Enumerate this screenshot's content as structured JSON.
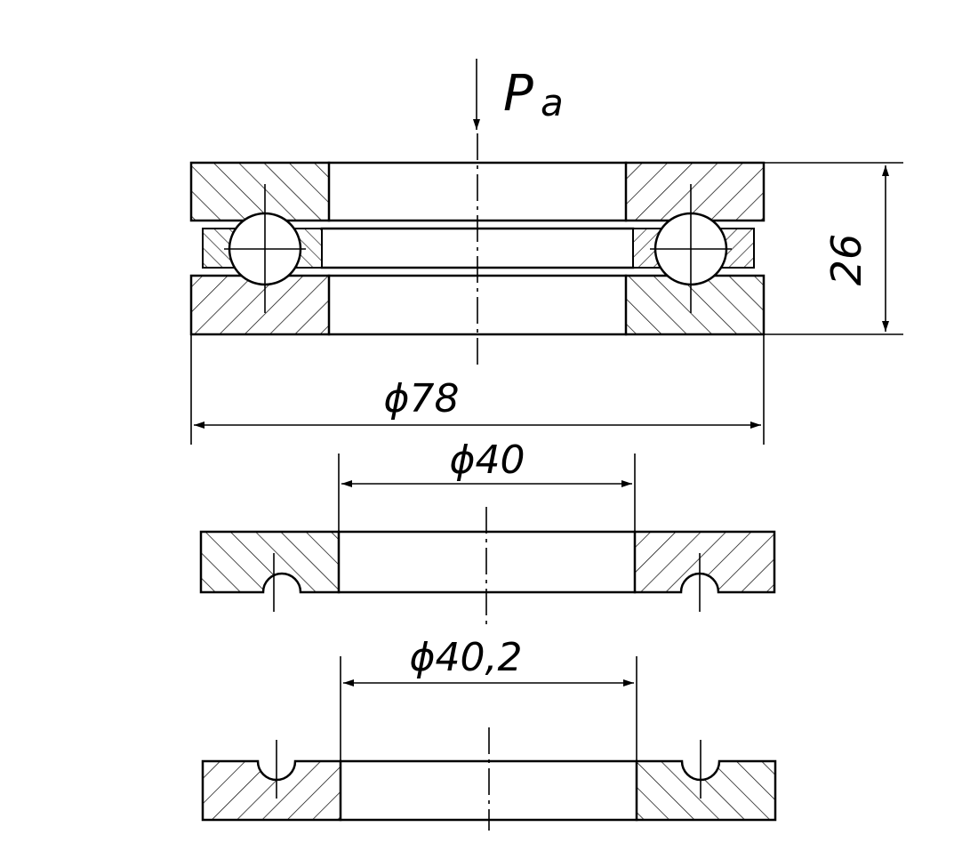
{
  "labels": {
    "load": "P",
    "load_sub": "a",
    "height": "26",
    "outer_diameter": "ϕ78",
    "shaft_washer_bore": "ϕ40",
    "housing_washer_bore": "ϕ40,2"
  }
}
